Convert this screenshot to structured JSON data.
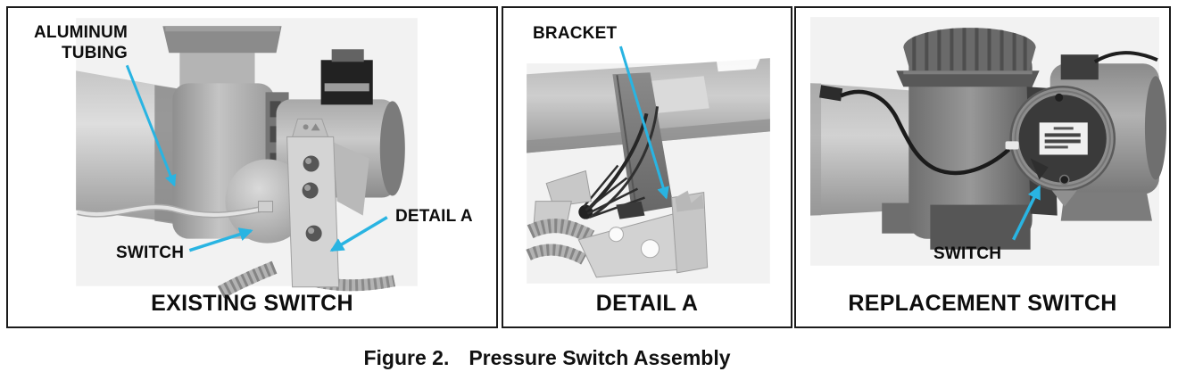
{
  "figure": {
    "accent_color": "#29b4e2",
    "border_color": "#1b1b1b",
    "caption": {
      "label": "Figure 2.",
      "title": "Pressure Switch Assembly"
    },
    "panels": [
      {
        "caption": "EXISTING SWITCH",
        "photo_alt": "Blower motor assembly photo showing aluminum tubing, existing pressure switch and mounting bracket",
        "labels": {
          "aluminum_tubing_line1": "ALUMINUM",
          "aluminum_tubing_line2": "TUBING",
          "switch": "SWITCH",
          "detail_a": "DETAIL A"
        }
      },
      {
        "caption": "DETAIL A",
        "photo_alt": "Close-up photo of the switch mounting bracket with wires and flexible conduit",
        "labels": {
          "bracket": "BRACKET"
        }
      },
      {
        "caption": "REPLACEMENT SWITCH",
        "photo_alt": "Blower assembly photo with round replacement pressure switch installed",
        "labels": {
          "switch": "SWITCH"
        }
      }
    ]
  }
}
